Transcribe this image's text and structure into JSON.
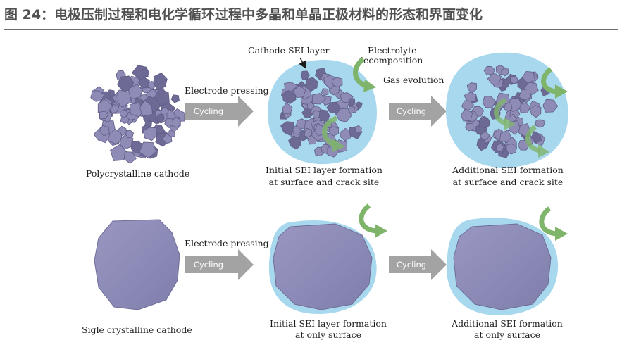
{
  "header": {
    "title": "图 24：电极压制过程和电化学循环过程中多晶和单晶正极材料的形态和界面变化"
  },
  "diagram": {
    "top_row": {
      "electrode_pressing": "Electrode pressing",
      "cycling_1": "Cycling",
      "cycling_2": "Cycling",
      "cathode_sei_layer": "Cathode SEI layer",
      "electrolyte_decomposition_1": "Electrolyte",
      "electrolyte_decomposition_2": "decomposition",
      "gas_evolution": "Gas evolution",
      "caption_1": "Polycrystalline cathode",
      "caption_2_line1": "Initial SEI layer formation",
      "caption_2_line2": "at surface and crack site",
      "caption_3_line1": "Additional SEI formation",
      "caption_3_line2": "at surface and crack site"
    },
    "bottom_row": {
      "electrode_pressing": "Electrode pressing",
      "cycling_1": "Cycling",
      "cycling_2": "Cycling",
      "caption_1": "Sigle crystalline cathode",
      "caption_2_line1": "Initial SEI layer formation",
      "caption_2_line2": "at only surface",
      "caption_3_line1": "Additional SEI formation",
      "caption_3_line2": "at only surface"
    },
    "colors": {
      "particle": "#8e8cb6",
      "particle_dark": "#5f5c86",
      "sei_layer": "#a8d8ee",
      "arrow_gray": "#a3a3a3",
      "arrow_green": "#7fb46b"
    }
  }
}
